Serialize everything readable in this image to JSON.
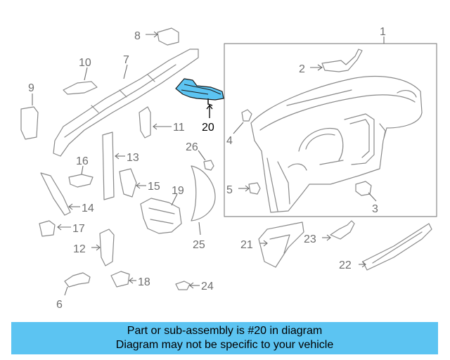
{
  "diagram": {
    "callouts": [
      "1",
      "2",
      "3",
      "4",
      "5",
      "6",
      "7",
      "8",
      "9",
      "10",
      "11",
      "12",
      "13",
      "14",
      "15",
      "16",
      "17",
      "18",
      "19",
      "20",
      "21",
      "22",
      "23",
      "24",
      "25",
      "26"
    ],
    "highlighted_part": "20",
    "highlight_color": "#5cc4f2",
    "line_color": "#8a8a8a"
  },
  "banner": {
    "line1": "Part or sub-assembly is #20 in diagram",
    "line2": "Diagram may not be specific to your vehicle",
    "background": "#5cc4f2"
  }
}
